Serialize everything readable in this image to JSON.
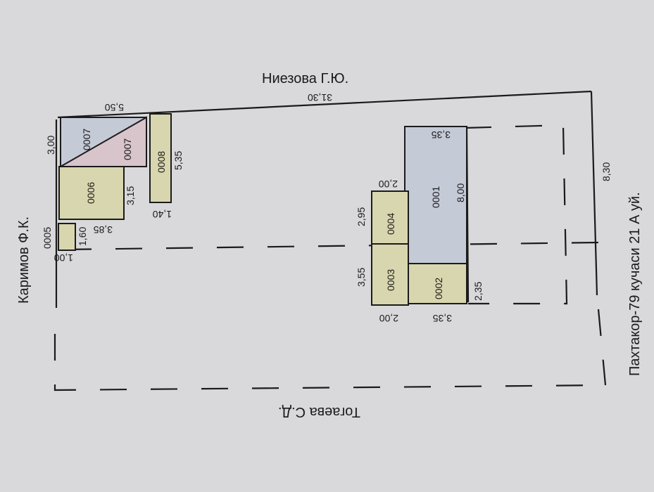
{
  "neighbors": {
    "top": "Ниезова Г.Ю.",
    "left": "Каримов Ф.К.",
    "bottom": "Тогаева С.Д.",
    "right": "Пахтакор-79 кучаси 21 А уй."
  },
  "dimensions": {
    "plot_length": "31,30",
    "plot_width": "8,30",
    "d_5_50": "5,50",
    "d_3_00": "3,00",
    "d_5_35": "5,35",
    "d_1_40": "1,40",
    "d_3_15": "3,15",
    "d_3_85": "3,85",
    "d_1_60": "1,60",
    "d_1_00": "1,00",
    "d_2_00_top": "2,00",
    "d_2_95": "2,95",
    "d_3_55": "3,55",
    "d_2_00_bottom": "2,00",
    "d_3_35_top": "3,35",
    "d_3_35_bottom": "3,35",
    "d_8_00": "8,00",
    "d_2_35": "2,35"
  },
  "rooms": {
    "r0001": "0001",
    "r0002": "0002",
    "r0003": "0003",
    "r0004": "0004",
    "r0005": "0005",
    "r0006": "0006",
    "r0007a": "0007",
    "r0007b": "0007",
    "r0008": "0008"
  },
  "colors": {
    "paper": "#d9d9dc",
    "yellow_room": "#d8d6ae",
    "blue_room": "#c5cad7",
    "pink_room": "#d8c4cb",
    "line": "#1b1b1b"
  }
}
